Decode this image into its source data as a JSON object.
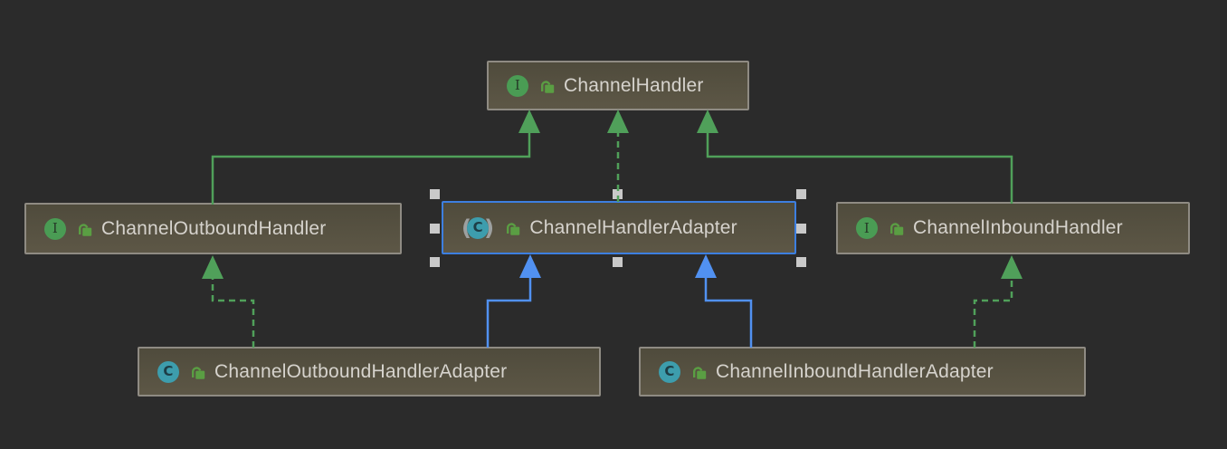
{
  "diagram": {
    "type": "uml-class-diagram",
    "nodes": [
      {
        "id": "ChannelHandler",
        "label": "ChannelHandler",
        "kind": "interface",
        "icon": "interface-icon",
        "modifier_icon": "unlocked-padlock-icon",
        "selected": false
      },
      {
        "id": "ChannelOutboundHandler",
        "label": "ChannelOutboundHandler",
        "kind": "interface",
        "icon": "interface-icon",
        "modifier_icon": "unlocked-padlock-icon",
        "selected": false
      },
      {
        "id": "ChannelHandlerAdapter",
        "label": "ChannelHandlerAdapter",
        "kind": "abstract-class",
        "icon": "abstract-class-icon",
        "modifier_icon": "unlocked-padlock-icon",
        "selected": true
      },
      {
        "id": "ChannelInboundHandler",
        "label": "ChannelInboundHandler",
        "kind": "interface",
        "icon": "interface-icon",
        "modifier_icon": "unlocked-padlock-icon",
        "selected": false
      },
      {
        "id": "ChannelOutboundHandlerAdapter",
        "label": "ChannelOutboundHandlerAdapter",
        "kind": "class",
        "icon": "class-icon",
        "modifier_icon": "unlocked-padlock-icon",
        "selected": false
      },
      {
        "id": "ChannelInboundHandlerAdapter",
        "label": "ChannelInboundHandlerAdapter",
        "kind": "class",
        "icon": "class-icon",
        "modifier_icon": "unlocked-padlock-icon",
        "selected": false
      }
    ],
    "edges": [
      {
        "from": "ChannelOutboundHandler",
        "to": "ChannelHandler",
        "relation": "extends",
        "line": "solid",
        "color": "green"
      },
      {
        "from": "ChannelHandlerAdapter",
        "to": "ChannelHandler",
        "relation": "implements",
        "line": "dashed",
        "color": "green"
      },
      {
        "from": "ChannelInboundHandler",
        "to": "ChannelHandler",
        "relation": "extends",
        "line": "solid",
        "color": "green"
      },
      {
        "from": "ChannelOutboundHandlerAdapter",
        "to": "ChannelOutboundHandler",
        "relation": "implements",
        "line": "dashed",
        "color": "green"
      },
      {
        "from": "ChannelOutboundHandlerAdapter",
        "to": "ChannelHandlerAdapter",
        "relation": "extends",
        "line": "solid",
        "color": "blue"
      },
      {
        "from": "ChannelInboundHandlerAdapter",
        "to": "ChannelHandlerAdapter",
        "relation": "extends",
        "line": "solid",
        "color": "blue"
      },
      {
        "from": "ChannelInboundHandlerAdapter",
        "to": "ChannelInboundHandler",
        "relation": "implements",
        "line": "dashed",
        "color": "green"
      }
    ],
    "icons": {
      "interface_letter": "I",
      "class_letter": "C",
      "paren_open": "(",
      "paren_close": ")"
    },
    "colors": {
      "background": "#2b2b2b",
      "node_fill_top": "#4f4b3c",
      "node_fill_bottom": "#5d5746",
      "node_border": "#8f8b83",
      "selection_border": "#3d7fe0",
      "text": "#d6d3cd",
      "interface_green": "#4a9c54",
      "class_teal": "#3d9dad",
      "edge_green": "#50a05a",
      "edge_blue": "#5191f1",
      "handle": "#c9c9c9",
      "paren": "#9da0a0",
      "lock_green": "#5a9e43"
    }
  }
}
